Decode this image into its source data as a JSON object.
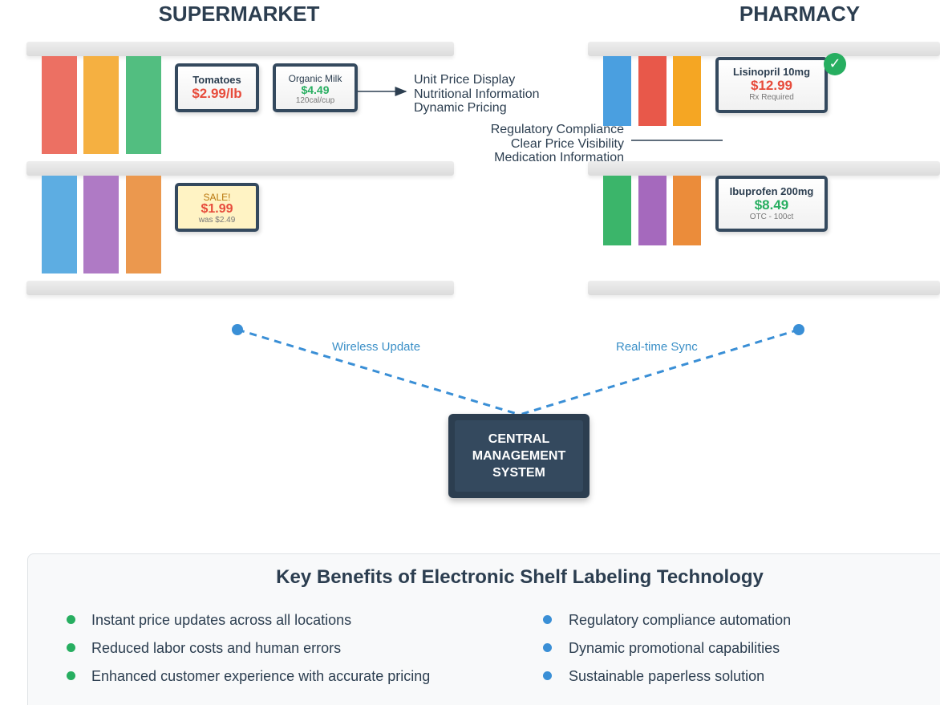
{
  "titles": {
    "supermarket": "SUPERMARKET",
    "pharmacy": "PHARMACY"
  },
  "supermarket": {
    "label_tomatoes": {
      "name": "Tomatoes",
      "price": "$2.99/lb"
    },
    "label_milk": {
      "name": "Organic Milk",
      "price": "$4.49",
      "sub": "120cal/cup"
    },
    "label_sale": {
      "name": "SALE!",
      "price": "$1.99",
      "sub": "was $2.49"
    },
    "features": [
      "Unit Price Display",
      "Nutritional Information",
      "Dynamic Pricing"
    ]
  },
  "pharmacy": {
    "label_lisinopril": {
      "name": "Lisinopril 10mg",
      "price": "$12.99",
      "sub": "Rx Required"
    },
    "label_ibuprofen": {
      "name": "Ibuprofen 200mg",
      "price": "$8.49",
      "sub": "OTC - 100ct"
    },
    "features": [
      "Regulatory Compliance",
      "Clear Price Visibility",
      "Medication Information"
    ],
    "check_glyph": "✓"
  },
  "connections": {
    "left": "Wireless Update",
    "right": "Real-time Sync"
  },
  "central": {
    "line1": "CENTRAL",
    "line2": "MANAGEMENT",
    "line3": "SYSTEM"
  },
  "benefits": {
    "title": "Key Benefits of Electronic Shelf Labeling Technology",
    "left": [
      "Instant price updates across all locations",
      "Reduced labor costs and human errors",
      "Enhanced customer experience with accurate pricing"
    ],
    "right": [
      "Regulatory compliance automation",
      "Dynamic promotional capabilities",
      "Sustainable paperless solution"
    ]
  },
  "colors": {
    "dark": "#2c3e50",
    "red": "#e74c3c",
    "green": "#27ae60",
    "blue": "#3a8fc7",
    "connector": "#3a8fd6",
    "sale_bg": "#fff3c4",
    "products_super_top": [
      "#ec7063",
      "#f5b041",
      "#52be80"
    ],
    "products_super_bottom": [
      "#5dade2",
      "#af7ac5",
      "#eb984e"
    ],
    "products_pharm_top": [
      "#4a9fe0",
      "#e8584a",
      "#f5a623"
    ],
    "products_pharm_bottom": [
      "#3bb56a",
      "#a569bd",
      "#eb8c3a"
    ]
  }
}
